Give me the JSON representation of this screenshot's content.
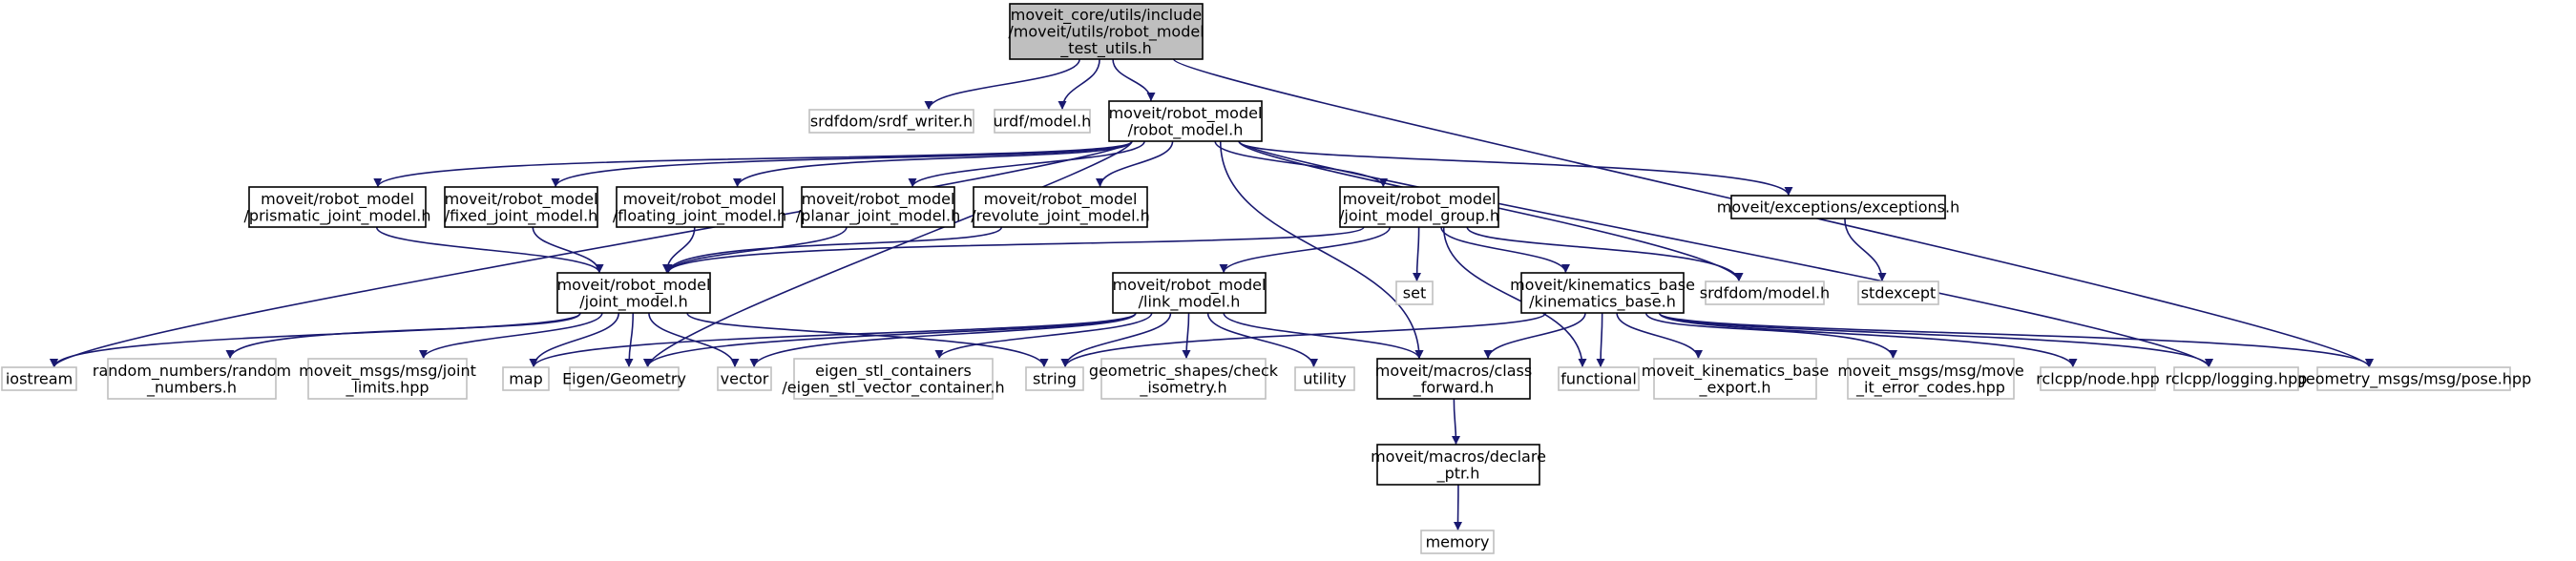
{
  "colors": {
    "root_fill": "#bfbfbf",
    "box_border": "#000000",
    "external_border": "#bfbfbf",
    "edge": "#191970"
  },
  "nodes": [
    {
      "id": "root",
      "style": "root",
      "lines": [
        "moveit_core/utils/include",
        "/moveit/utils/robot_model",
        "_test_utils.h"
      ]
    },
    {
      "id": "srdf_writer",
      "style": "external",
      "lines": [
        "srdfdom/srdf_writer.h"
      ]
    },
    {
      "id": "urdf_model",
      "style": "external",
      "lines": [
        "urdf/model.h"
      ]
    },
    {
      "id": "robot_model",
      "style": "normal",
      "lines": [
        "moveit/robot_model",
        "/robot_model.h"
      ]
    },
    {
      "id": "pose",
      "style": "external",
      "lines": [
        "geometry_msgs/msg/pose.hpp"
      ]
    },
    {
      "id": "prismatic",
      "style": "normal",
      "lines": [
        "moveit/robot_model",
        "/prismatic_joint_model.h"
      ]
    },
    {
      "id": "fixed",
      "style": "normal",
      "lines": [
        "moveit/robot_model",
        "/fixed_joint_model.h"
      ]
    },
    {
      "id": "floating",
      "style": "normal",
      "lines": [
        "moveit/robot_model",
        "/floating_joint_model.h"
      ]
    },
    {
      "id": "planar",
      "style": "normal",
      "lines": [
        "moveit/robot_model",
        "/planar_joint_model.h"
      ]
    },
    {
      "id": "revolute",
      "style": "normal",
      "lines": [
        "moveit/robot_model",
        "/revolute_joint_model.h"
      ]
    },
    {
      "id": "jmg",
      "style": "normal",
      "lines": [
        "moveit/robot_model",
        "/joint_model_group.h"
      ]
    },
    {
      "id": "exceptions",
      "style": "normal",
      "lines": [
        "moveit/exceptions/exceptions.h"
      ]
    },
    {
      "id": "joint_model",
      "style": "normal",
      "lines": [
        "moveit/robot_model",
        "/joint_model.h"
      ]
    },
    {
      "id": "link_model",
      "style": "normal",
      "lines": [
        "moveit/robot_model",
        "/link_model.h"
      ]
    },
    {
      "id": "set",
      "style": "external",
      "lines": [
        "set"
      ]
    },
    {
      "id": "kin_base",
      "style": "normal",
      "lines": [
        "moveit/kinematics_base",
        "/kinematics_base.h"
      ]
    },
    {
      "id": "srdf_model",
      "style": "external",
      "lines": [
        "srdfdom/model.h"
      ]
    },
    {
      "id": "stdexcept",
      "style": "external",
      "lines": [
        "stdexcept"
      ]
    },
    {
      "id": "iostream",
      "style": "external",
      "lines": [
        "iostream"
      ]
    },
    {
      "id": "random_numbers",
      "style": "external",
      "lines": [
        "random_numbers/random",
        "_numbers.h"
      ]
    },
    {
      "id": "joint_limits",
      "style": "external",
      "lines": [
        "moveit_msgs/msg/joint",
        "_limits.hpp"
      ]
    },
    {
      "id": "map",
      "style": "external",
      "lines": [
        "map"
      ]
    },
    {
      "id": "eigen_geometry",
      "style": "external",
      "lines": [
        "Eigen/Geometry"
      ]
    },
    {
      "id": "vector",
      "style": "external",
      "lines": [
        "vector"
      ]
    },
    {
      "id": "eigen_stl",
      "style": "external",
      "lines": [
        "eigen_stl_containers",
        "/eigen_stl_vector_container.h"
      ]
    },
    {
      "id": "string",
      "style": "external",
      "lines": [
        "string"
      ]
    },
    {
      "id": "geometric_shapes",
      "style": "external",
      "lines": [
        "geometric_shapes/check",
        "_isometry.h"
      ]
    },
    {
      "id": "utility",
      "style": "external",
      "lines": [
        "utility"
      ]
    },
    {
      "id": "class_forward",
      "style": "normal",
      "lines": [
        "moveit/macros/class",
        "_forward.h"
      ]
    },
    {
      "id": "functional",
      "style": "external",
      "lines": [
        "functional"
      ]
    },
    {
      "id": "kin_export",
      "style": "external",
      "lines": [
        "moveit_kinematics_base",
        "_export.h"
      ]
    },
    {
      "id": "error_codes",
      "style": "external",
      "lines": [
        "moveit_msgs/msg/move",
        "_it_error_codes.hpp"
      ]
    },
    {
      "id": "rclcpp_node",
      "style": "external",
      "lines": [
        "rclcpp/node.hpp"
      ]
    },
    {
      "id": "rclcpp_logging",
      "style": "external",
      "lines": [
        "rclcpp/logging.hpp"
      ]
    },
    {
      "id": "declare_ptr",
      "style": "normal",
      "lines": [
        "moveit/macros/declare",
        "_ptr.h"
      ]
    },
    {
      "id": "memory",
      "style": "external",
      "lines": [
        "memory"
      ]
    }
  ],
  "edges": [
    [
      "root",
      "srdf_writer"
    ],
    [
      "root",
      "urdf_model"
    ],
    [
      "root",
      "robot_model"
    ],
    [
      "root",
      "pose"
    ],
    [
      "robot_model",
      "prismatic"
    ],
    [
      "robot_model",
      "fixed"
    ],
    [
      "robot_model",
      "floating"
    ],
    [
      "robot_model",
      "planar"
    ],
    [
      "robot_model",
      "revolute"
    ],
    [
      "robot_model",
      "jmg"
    ],
    [
      "robot_model",
      "exceptions"
    ],
    [
      "robot_model",
      "iostream"
    ],
    [
      "robot_model",
      "eigen_geometry"
    ],
    [
      "robot_model",
      "class_forward"
    ],
    [
      "robot_model",
      "srdf_model"
    ],
    [
      "robot_model",
      "rclcpp_logging"
    ],
    [
      "prismatic",
      "joint_model"
    ],
    [
      "fixed",
      "joint_model"
    ],
    [
      "floating",
      "joint_model"
    ],
    [
      "planar",
      "joint_model"
    ],
    [
      "revolute",
      "joint_model"
    ],
    [
      "jmg",
      "joint_model"
    ],
    [
      "jmg",
      "link_model"
    ],
    [
      "jmg",
      "set"
    ],
    [
      "jmg",
      "kin_base"
    ],
    [
      "jmg",
      "srdf_model"
    ],
    [
      "jmg",
      "functional"
    ],
    [
      "exceptions",
      "stdexcept"
    ],
    [
      "joint_model",
      "iostream"
    ],
    [
      "joint_model",
      "random_numbers"
    ],
    [
      "joint_model",
      "joint_limits"
    ],
    [
      "joint_model",
      "map"
    ],
    [
      "joint_model",
      "eigen_geometry"
    ],
    [
      "joint_model",
      "vector"
    ],
    [
      "joint_model",
      "string"
    ],
    [
      "link_model",
      "map"
    ],
    [
      "link_model",
      "eigen_geometry"
    ],
    [
      "link_model",
      "vector"
    ],
    [
      "link_model",
      "eigen_stl"
    ],
    [
      "link_model",
      "string"
    ],
    [
      "link_model",
      "geometric_shapes"
    ],
    [
      "link_model",
      "utility"
    ],
    [
      "link_model",
      "class_forward"
    ],
    [
      "kin_base",
      "string"
    ],
    [
      "kin_base",
      "class_forward"
    ],
    [
      "kin_base",
      "functional"
    ],
    [
      "kin_base",
      "kin_export"
    ],
    [
      "kin_base",
      "error_codes"
    ],
    [
      "kin_base",
      "rclcpp_node"
    ],
    [
      "kin_base",
      "rclcpp_logging"
    ],
    [
      "kin_base",
      "pose"
    ],
    [
      "class_forward",
      "declare_ptr"
    ],
    [
      "declare_ptr",
      "memory"
    ]
  ]
}
